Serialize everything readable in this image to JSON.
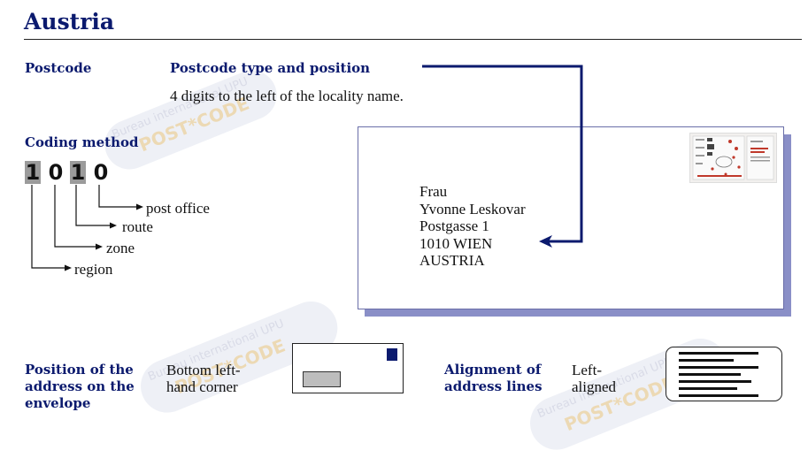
{
  "header": {
    "title": "Austria"
  },
  "postcode": {
    "heading": "Postcode",
    "type_heading": "Postcode type and position",
    "type_text": "4 digits to the left of the locality name."
  },
  "coding": {
    "heading": "Coding method",
    "digits": [
      "1",
      "0",
      "1",
      "0"
    ],
    "labels": {
      "post_office": "post office",
      "route": "route",
      "zone": "zone",
      "region": "region"
    }
  },
  "envelope": {
    "address_lines": [
      "Frau",
      "Yvonne Leskovar",
      "Postgasse 1",
      "1010 WIEN",
      "AUSTRIA"
    ]
  },
  "position": {
    "heading_lines": [
      "Position of the",
      "address on  the",
      "envelope"
    ],
    "value_lines": [
      "Bottom left-",
      "hand corner"
    ]
  },
  "alignment": {
    "heading_lines": [
      "Alignment of",
      "address lines"
    ],
    "value_lines": [
      "Left-",
      "aligned"
    ]
  },
  "watermark": {
    "line1": "Bureau international UPU",
    "line2": "POST*CODE"
  },
  "colors": {
    "navy": "#0b1a6e",
    "envelope_shadow": "#8a8fc7",
    "digit_highlight": "#9b9b9b"
  }
}
